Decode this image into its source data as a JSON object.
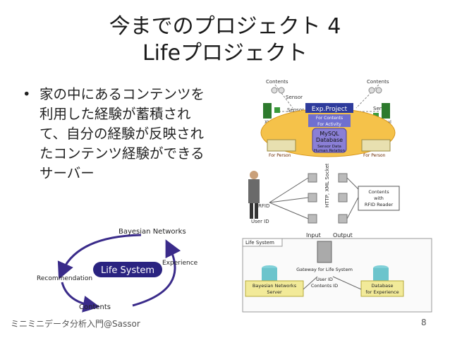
{
  "slide": {
    "title_line1": "今までのプロジェクト 4",
    "title_line2": "Lifeプロジェクト",
    "bullet": "家の中にあるコンテンツを利用した経験が蓄積されて、自分の経験が反映されたコンテンツ経験ができるサーバー",
    "footer": "ミニミニデータ分析入門@Sassor",
    "page_number": "8"
  },
  "cycle_diagram": {
    "center": "Life System",
    "bayesian": "Bayesian Networks",
    "experience": "Experience",
    "recommendation": "Recommendation",
    "contents": "Contents"
  },
  "exp_diagram": {
    "contents_left": "Contents",
    "contents_right": "Contents",
    "sensor_left_top": "Sensor",
    "sensor_left": "Sensor",
    "sensor_right": "Sensor",
    "xtel_left": "Xtel",
    "xtel_right": "Xtel",
    "project": "Exp.Project",
    "for_contents": "For Contents",
    "for_activity": "For Activity",
    "db_line1": "MySQL",
    "db_line2": "Database",
    "sensor_data": "Sensor Data",
    "human_relation": "Human Relation",
    "for_person_left": "For Person",
    "for_person_right": "For Person"
  },
  "life_diagram": {
    "http_label": "HTTP, XML Socket",
    "rfid": "RFID",
    "user_id": "User ID",
    "reader_l1": "Contents",
    "reader_l2": "with",
    "reader_l3": "RFID Reader",
    "input": "Input",
    "output": "Output",
    "life_system": "Life System",
    "gateway": "Gateway for Life System",
    "gw_user_id": "User ID",
    "gw_contents_id": "Contents ID",
    "bn_l1": "Bayesian Networks",
    "bn_l2": "Server",
    "db_l1": "Database",
    "db_l2": "for Experience"
  }
}
